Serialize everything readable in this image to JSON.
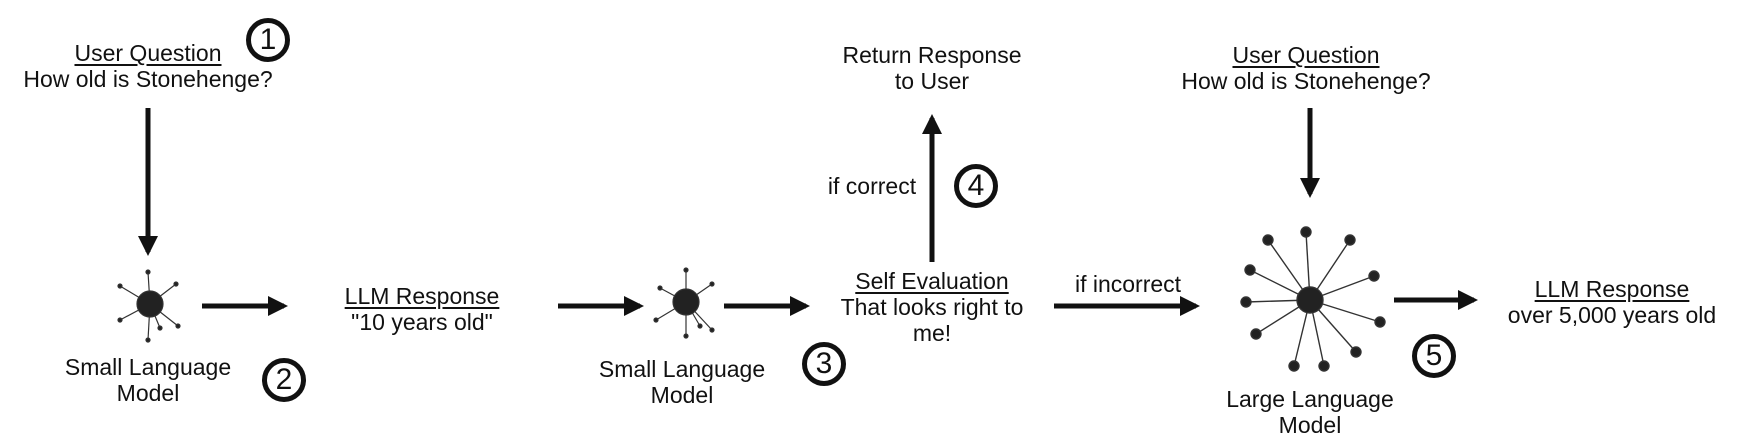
{
  "nodes": {
    "user_question_1": {
      "heading": "User Question",
      "text": "How old is Stonehenge?"
    },
    "small_model_1": {
      "line1": "Small Language",
      "line2": "Model"
    },
    "llm_response_1": {
      "heading": "LLM Response",
      "text": "\"10 years old\""
    },
    "small_model_2": {
      "line1": "Small Language",
      "line2": "Model"
    },
    "self_evaluation": {
      "heading": "Self Evaluation",
      "line1": "That looks right to",
      "line2": "me!"
    },
    "return_response": {
      "line1": "Return Response",
      "line2": "to User"
    },
    "user_question_2": {
      "heading": "User Question",
      "text": "How old is Stonehenge?"
    },
    "large_model": {
      "line1": "Large Language",
      "line2": "Model"
    },
    "llm_response_2": {
      "heading": "LLM Response",
      "text": "over 5,000 years old"
    }
  },
  "edge_labels": {
    "if_correct": "if correct",
    "if_incorrect": "if incorrect"
  },
  "steps": [
    "1",
    "2",
    "3",
    "4",
    "5"
  ],
  "colors": {
    "ink": "#111111",
    "background": "#ffffff"
  }
}
